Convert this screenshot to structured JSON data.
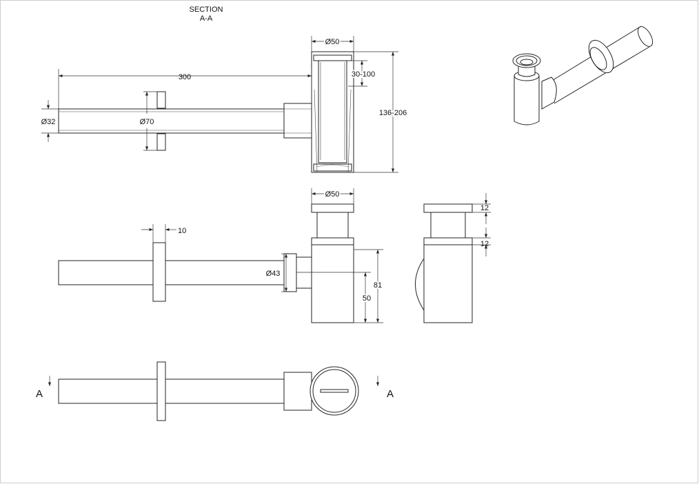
{
  "section_title": {
    "line1": "SECTION",
    "line2": "A-A"
  },
  "section_view": {
    "dim_length": "300",
    "dim_pipe_diameter": "Ø32",
    "dim_flange_diameter": "Ø70",
    "dim_top_diameter": "Ø50",
    "dim_adjustment": "30-100",
    "dim_height_range": "136-206"
  },
  "front_view": {
    "dim_top_diameter": "Ø50",
    "dim_flange_thickness": "10",
    "dim_outlet_diameter": "Ø43",
    "dim_total_height": "81",
    "dim_outlet_height": "50"
  },
  "side_view": {
    "dim_cap_height": "12",
    "dim_ring_height": "12"
  },
  "plan_view": {
    "section_marker_left": "A",
    "section_marker_right": "A"
  }
}
